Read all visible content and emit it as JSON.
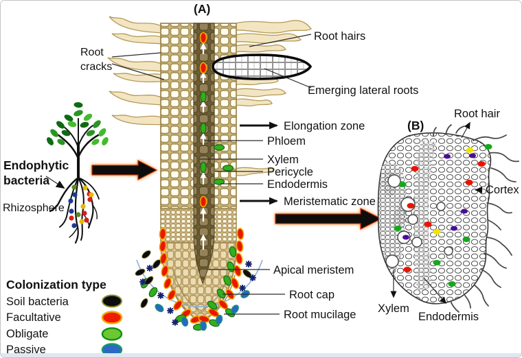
{
  "figure": {
    "panel_a": "(A)",
    "panel_b": "(B)"
  },
  "rhizosphere_panel": {
    "endophytic_line1": "Endophytic",
    "endophytic_line2": "bacteria",
    "rhizosphere": "Rhizosphere"
  },
  "panel_a": {
    "root_cracks_line1": "Root",
    "root_cracks_line2": "cracks",
    "root_hairs": "Root hairs",
    "emerging_lateral_roots": "Emerging lateral roots",
    "elongation_zone": "Elongation zone",
    "phloem": "Phloem",
    "xylem": "Xylem",
    "pericycle": "Pericycle",
    "endodermis": "Endodermis",
    "meristematic_zone": "Meristematic zone",
    "apical_meristem": "Apical meristem",
    "root_cap": "Root cap",
    "root_mucilage": "Root mucilage"
  },
  "panel_b": {
    "root_hair": "Root hair",
    "cortex": "Cortex",
    "xylem": "Xylem",
    "endodermis": "Endodermis"
  },
  "legend": {
    "title": "Colonization type",
    "items": [
      {
        "label": "Soil bacteria",
        "fill": "#0d0d0d",
        "outline": "#8f8f3a"
      },
      {
        "label": "Facultative",
        "fill": "#ee1c00",
        "outline": "#f5a800"
      },
      {
        "label": "Obligate",
        "fill": "#6cc832",
        "outline": "#149314"
      },
      {
        "label": "Passive",
        "fill": "#2c68c4",
        "outline": "#149a68"
      }
    ]
  },
  "colors": {
    "arrow_glow": "#ff6a00",
    "arrow_body": "#0d0d0d",
    "mucilage_arc": "#8fb0d6",
    "motile_bacterium": "#16246e"
  }
}
